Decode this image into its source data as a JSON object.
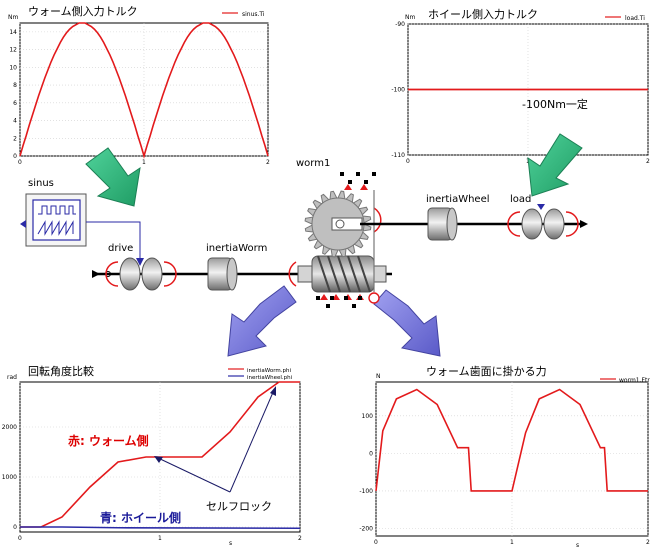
{
  "colors": {
    "plot_line": "#e31a1c",
    "second_line": "#2a2aa6",
    "green_arrow": "#2fb87a",
    "blue_arrow": "#7b7be0",
    "shaft": "#000000",
    "gear": "#bfbfbf",
    "annotation_red": "#dd0000",
    "annotation_blue": "#1a1a99"
  },
  "plots": {
    "worm_torque": {
      "title": "ウォーム側入力トルク",
      "unit": "Nm",
      "legend": "sinus.Ti",
      "y_ticks": [
        "14",
        "12",
        "10",
        "8",
        "6",
        "4",
        "2",
        "0"
      ],
      "x_ticks": [
        "0",
        "1",
        "2"
      ]
    },
    "wheel_torque": {
      "title": "ホイール側入力トルク",
      "unit": "Nm",
      "legend": "load.Ti",
      "y_ticks": [
        "-90",
        "-100",
        "-110"
      ],
      "x_ticks": [
        "0",
        "1",
        "2"
      ],
      "annotation": "-100Nm一定"
    },
    "angle": {
      "title": "回転角度比較",
      "unit": "rad",
      "legend": [
        "inertiaWorm.phi",
        "inertiaWheel.phi"
      ],
      "y_ticks": [
        "2000",
        "1000",
        "0"
      ],
      "x_ticks": [
        "0",
        "1",
        "2"
      ],
      "x_unit": "s",
      "annotation_red": "赤: ウォーム側",
      "annotation_blue": "青: ホイール側",
      "annotation_lock": "セルフロック"
    },
    "tooth_force": {
      "title": "ウォーム歯面に掛かる力",
      "unit": "N",
      "legend": "worm1.Ftr",
      "y_ticks": [
        "100",
        "0",
        "-100",
        "-200"
      ],
      "x_ticks": [
        "0",
        "1",
        "2"
      ],
      "x_unit": "s"
    }
  },
  "components": {
    "sinus": "sinus",
    "drive": "drive",
    "inertia_worm": "inertiaWorm",
    "worm": "worm1",
    "inertia_wheel": "inertiaWheel",
    "load": "load"
  },
  "chart_data": [
    {
      "type": "line",
      "title": "ウォーム側入力トルク",
      "ylabel": "Nm",
      "series": [
        {
          "name": "sinus.Ti",
          "x": [
            0,
            0.25,
            0.5,
            0.75,
            1.0,
            1.25,
            1.5,
            1.75,
            2.0
          ],
          "y": [
            0,
            10.6,
            15,
            10.6,
            0,
            10.6,
            15,
            10.6,
            0
          ]
        }
      ],
      "xlim": [
        0,
        2
      ],
      "ylim": [
        0,
        15
      ]
    },
    {
      "type": "line",
      "title": "ホイール側入力トルク",
      "ylabel": "Nm",
      "series": [
        {
          "name": "load.Ti",
          "x": [
            0,
            2
          ],
          "y": [
            -100,
            -100
          ]
        }
      ],
      "xlim": [
        0,
        2
      ],
      "ylim": [
        -110,
        -90
      ]
    },
    {
      "type": "line",
      "title": "回転角度比較",
      "ylabel": "rad",
      "series": [
        {
          "name": "inertiaWorm.phi",
          "x": [
            0,
            0.15,
            0.3,
            0.5,
            0.7,
            0.9,
            1.3,
            1.5,
            1.7,
            1.85,
            2.0
          ],
          "y": [
            0,
            0,
            200,
            800,
            1300,
            1400,
            1400,
            1900,
            2600,
            2900,
            2900
          ]
        },
        {
          "name": "inertiaWheel.phi",
          "x": [
            0,
            0.3,
            0.7,
            2.0
          ],
          "y": [
            0,
            0,
            -15,
            -25
          ]
        }
      ],
      "xlim": [
        0,
        2
      ],
      "ylim": [
        -100,
        2900
      ]
    },
    {
      "type": "line",
      "title": "ウォーム歯面に掛かる力",
      "ylabel": "N",
      "series": [
        {
          "name": "worm1.Ftr",
          "x": [
            0,
            0.05,
            0.15,
            0.3,
            0.45,
            0.6,
            0.68,
            0.7,
            1.0,
            1.1,
            1.2,
            1.35,
            1.5,
            1.65,
            1.68,
            1.7,
            2.0
          ],
          "y": [
            -100,
            60,
            145,
            170,
            130,
            15,
            15,
            -100,
            -100,
            55,
            145,
            170,
            130,
            15,
            15,
            -100,
            -100
          ]
        }
      ],
      "xlim": [
        0,
        2
      ],
      "ylim": [
        -220,
        190
      ]
    }
  ]
}
